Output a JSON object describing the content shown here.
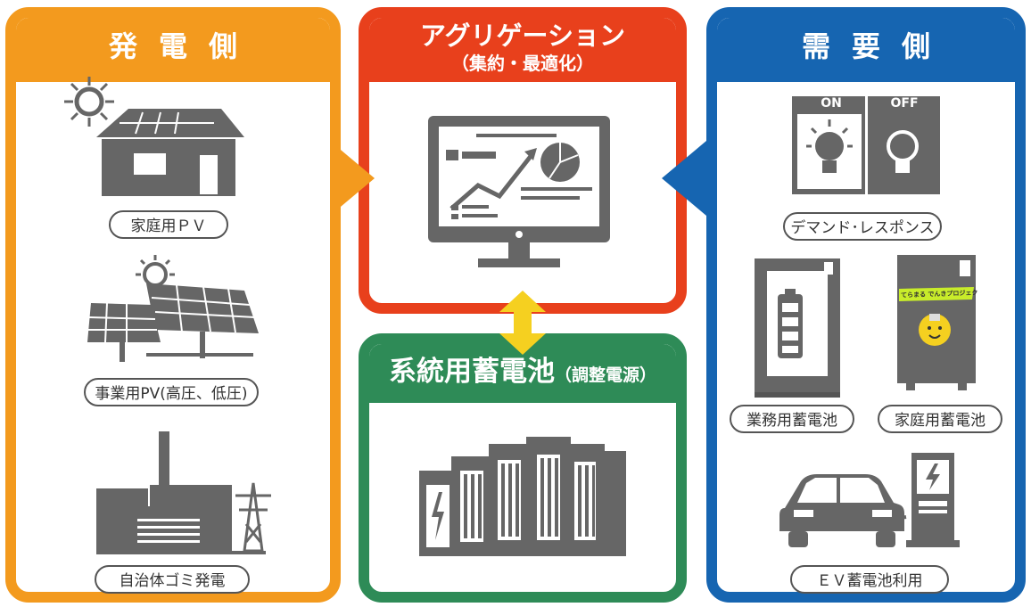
{
  "generation": {
    "title": "発電側",
    "items": [
      "家庭用ＰＶ",
      "事業用PV(高圧、低圧)",
      "自治体ゴミ発電"
    ]
  },
  "aggregation": {
    "title": "アグリゲーション",
    "subtitle": "（集約・最適化）"
  },
  "grid_battery": {
    "title": "系統用蓄電池",
    "subtitle": "（調整電源）"
  },
  "demand": {
    "title": "需要側",
    "on_label": "ON",
    "off_label": "OFF",
    "items": [
      "デマンド･レスポンス",
      "業務用蓄電池",
      "家庭用蓄電池",
      "ＥＶ蓄電池利用"
    ],
    "battery_sticker": "てらまる でんきプロジェクト"
  },
  "colors": {
    "generation": "#f39a1e",
    "aggregation": "#e8401c",
    "grid_battery": "#2e8b57",
    "demand": "#1665b1",
    "connector": "#f5d020",
    "icon": "#666666"
  }
}
